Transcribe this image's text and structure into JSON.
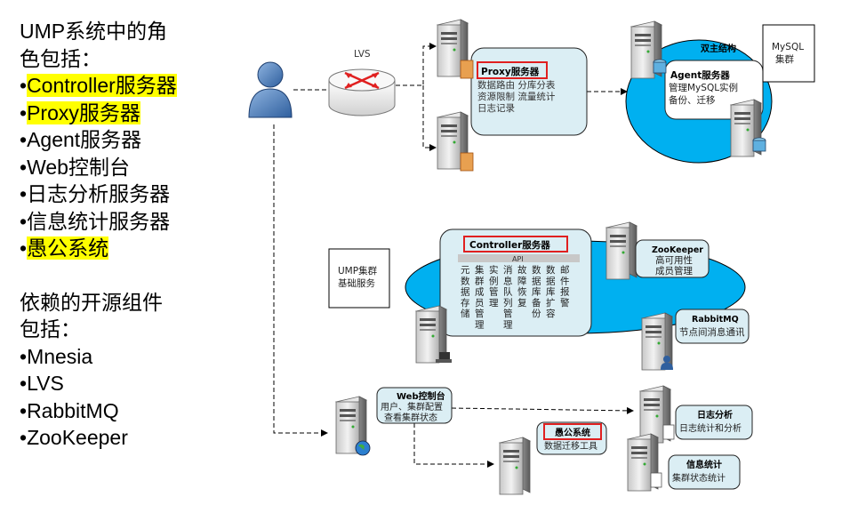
{
  "left_panel": {
    "roles_heading_1": "UMP系统中的角",
    "roles_heading_2": "色包括：",
    "bullet": "•",
    "roles": [
      {
        "label": "Controller服务器",
        "highlight": true
      },
      {
        "label": "Proxy服务器",
        "highlight": true
      },
      {
        "label": "Agent服务器",
        "highlight": false
      },
      {
        "label": "Web控制台",
        "highlight": false
      },
      {
        "label": "日志分析服务器",
        "highlight": false
      },
      {
        "label": "信息统计服务器",
        "highlight": false
      },
      {
        "label": "愚公系统",
        "highlight": true
      }
    ],
    "deps_heading_1": "依赖的开源组件",
    "deps_heading_2": "包括：",
    "deps": [
      "Mnesia",
      "LVS",
      "RabbitMQ",
      "ZooKeeper"
    ],
    "highlight_color": "#ffff00"
  },
  "diagram": {
    "lvs": {
      "label": "LVS"
    },
    "proxy": {
      "title": "Proxy服务器",
      "lines": [
        "数据路由  分库分表",
        "资源限制  流量统计",
        "日志记录"
      ]
    },
    "agent": {
      "title": "Agent服务器",
      "lines": [
        "管理MySQL实例",
        "备份、迁移"
      ],
      "cluster_title": "双主结构"
    },
    "mysql": {
      "lines": [
        "MySQL",
        "集群"
      ]
    },
    "ump": {
      "lines": [
        "UMP集群",
        "基础服务"
      ]
    },
    "controller": {
      "title": "Controller服务器",
      "api": "API",
      "columns": [
        [
          "元",
          "数",
          "据",
          "存",
          "储"
        ],
        [
          "集",
          "群",
          "成",
          "员",
          "管",
          "理"
        ],
        [
          "实",
          "例",
          "管",
          "理"
        ],
        [
          "消",
          "息",
          "队",
          "列",
          "管",
          "理"
        ],
        [
          "故",
          "障",
          "恢",
          "复"
        ],
        [
          "数",
          "据",
          "库",
          "备",
          "份"
        ],
        [
          "数",
          "据",
          "库",
          "扩",
          "容"
        ],
        [
          "邮",
          "件",
          "报",
          "警"
        ]
      ]
    },
    "zookeeper": {
      "title": "ZooKeeper",
      "lines": [
        "高可用性",
        "成员管理"
      ]
    },
    "rabbitmq": {
      "title": "RabbitMQ",
      "lines": [
        "节点间消息通讯"
      ]
    },
    "web": {
      "title": "Web控制台",
      "lines": [
        "用户、集群配置",
        "查看集群状态"
      ]
    },
    "yugong": {
      "title": "愚公系统",
      "lines": [
        "数据迁移工具"
      ]
    },
    "log": {
      "title": "日志分析",
      "lines": [
        "日志统计和分析"
      ]
    },
    "stats": {
      "title": "信息统计",
      "lines": [
        "集群状态统计"
      ]
    },
    "colors": {
      "cyan": "#00b0f0",
      "panel": "#dbeef4",
      "highlight_border": "#e02020",
      "router_arrow": "#e02020"
    }
  }
}
